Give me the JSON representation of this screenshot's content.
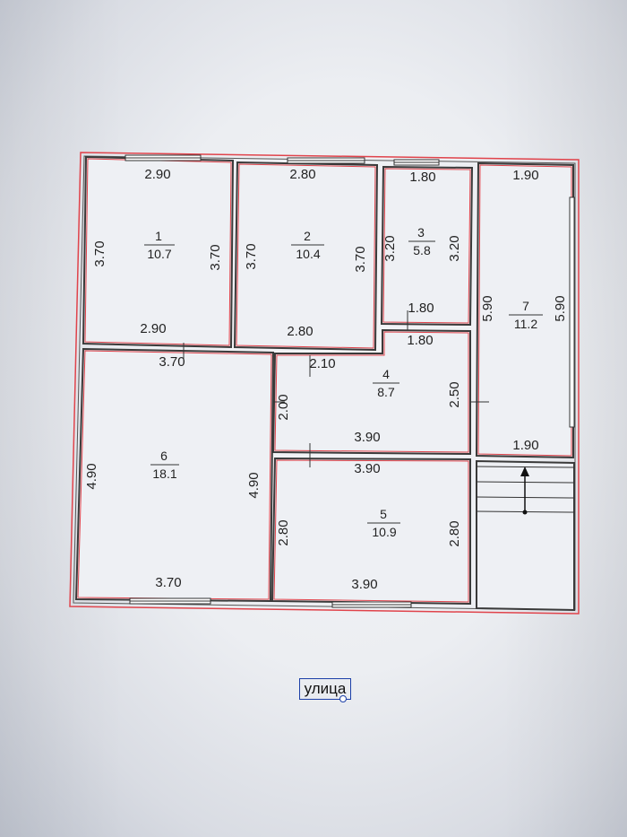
{
  "colors": {
    "wall": "#444",
    "outline": "#e0434b",
    "label_border": "#1c3fa8"
  },
  "rooms": [
    {
      "id": "1",
      "num": "1",
      "area": "10.7",
      "top": "2.90",
      "bottom": "2.90",
      "left": "3.70",
      "right": "3.70"
    },
    {
      "id": "2",
      "num": "2",
      "area": "10.4",
      "top": "2.80",
      "bottom": "2.80",
      "left": "3.70",
      "right": "3.70"
    },
    {
      "id": "3",
      "num": "3",
      "area": "5.8",
      "top": "1.80",
      "bottom": "1.80",
      "left": "3.20",
      "right": "3.20"
    },
    {
      "id": "4",
      "num": "4",
      "area": "8.7",
      "top": "1.80",
      "top2": "2.10",
      "bottom": "3.90",
      "left": "2.00",
      "right": "2.50"
    },
    {
      "id": "5",
      "num": "5",
      "area": "10.9",
      "top": "3.90",
      "bottom": "3.90",
      "left": "2.80",
      "right": "2.80"
    },
    {
      "id": "6",
      "num": "6",
      "area": "18.1",
      "top": "3.70",
      "bottom": "3.70",
      "left": "4.90",
      "right": "4.90"
    },
    {
      "id": "7",
      "num": "7",
      "area": "11.2",
      "top": "1.90",
      "bottom": "1.90",
      "left": "5.90",
      "right": "5.90"
    }
  ],
  "street_label": "улица"
}
